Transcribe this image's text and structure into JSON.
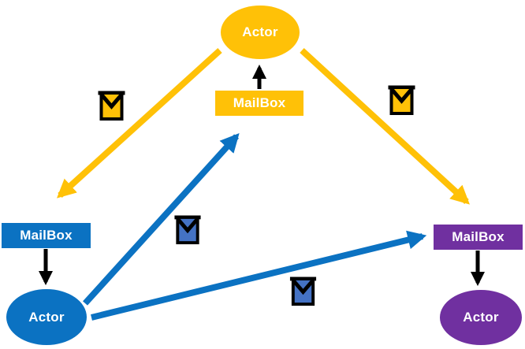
{
  "colors": {
    "gold": "#FFC107",
    "blue": "#0B72C2",
    "purple": "#7030A0",
    "envelope_blue": "#4472C4",
    "black": "#000000",
    "label_text": "#FFFFFF"
  },
  "nodes": {
    "actor_top": {
      "label": "Actor",
      "shape": "ellipse",
      "color": "gold"
    },
    "mailbox_top": {
      "label": "MailBox",
      "shape": "rect",
      "color": "gold"
    },
    "mailbox_left": {
      "label": "MailBox",
      "shape": "rect",
      "color": "blue"
    },
    "actor_left": {
      "label": "Actor",
      "shape": "ellipse",
      "color": "blue"
    },
    "mailbox_right": {
      "label": "MailBox",
      "shape": "rect",
      "color": "purple"
    },
    "actor_right": {
      "label": "Actor",
      "shape": "ellipse",
      "color": "purple"
    }
  },
  "edges": [
    {
      "from": "actor_top",
      "to": "mailbox_left",
      "color": "gold",
      "icon": "envelope-gold"
    },
    {
      "from": "actor_top",
      "to": "mailbox_right",
      "color": "gold",
      "icon": "envelope-gold"
    },
    {
      "from": "actor_left",
      "to": "mailbox_top",
      "color": "blue",
      "icon": "envelope-blue"
    },
    {
      "from": "actor_left",
      "to": "mailbox_right",
      "color": "blue",
      "icon": "envelope-blue"
    },
    {
      "from": "mailbox_top",
      "to": "actor_top",
      "color": "black"
    },
    {
      "from": "mailbox_left",
      "to": "actor_left",
      "color": "black"
    },
    {
      "from": "mailbox_right",
      "to": "actor_right",
      "color": "black"
    }
  ],
  "icons": {
    "envelope_gold": "envelope-icon",
    "envelope_blue": "envelope-icon"
  }
}
